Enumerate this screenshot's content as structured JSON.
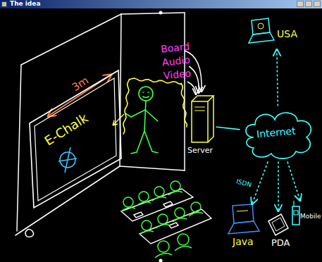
{
  "diagram": {
    "title": "The idea",
    "nodes": [
      {
        "text": [
          "E-Chalk"
        ]
      },
      {
        "text": [
          "USA"
        ]
      },
      {
        "text": [
          "Server"
        ]
      },
      {
        "text": [
          "Internet"
        ]
      },
      {
        "text": [
          "Java"
        ]
      },
      {
        "text": [
          "PDA"
        ]
      },
      {
        "text": [
          "Mobile"
        ]
      }
    ],
    "edges": [
      {
        "from": 0,
        "to": 2,
        "arrow": "none"
      },
      {
        "from": 2,
        "to": 3,
        "arrow": "none"
      },
      {
        "from": 3,
        "to": 1,
        "arrow": "to"
      },
      {
        "from": 3,
        "to": 4,
        "label": "ISDN",
        "arrow": "to"
      },
      {
        "from": 3,
        "to": 5,
        "arrow": "to"
      },
      {
        "from": 3,
        "to": 6,
        "arrow": "to"
      }
    ],
    "labels": [
      "3m",
      "Board Audio Video"
    ]
  }
}
